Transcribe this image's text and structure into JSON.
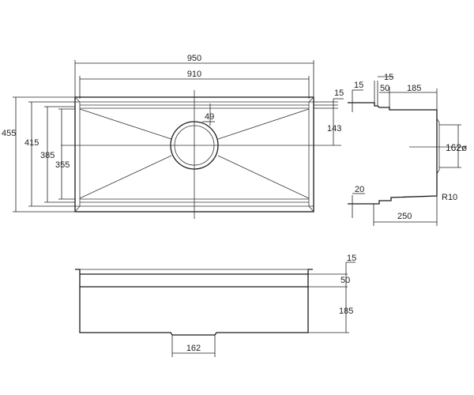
{
  "drawing": {
    "top_view": {
      "overall_length": "950",
      "inner_length": "910",
      "overall_width": "455",
      "width_415": "415",
      "width_385": "385",
      "width_355": "355",
      "drain_offset": "49",
      "rim": "15",
      "drain_center": "143"
    },
    "side_section": {
      "rim_15a": "15",
      "rim_15b": "15",
      "step_50": "50",
      "depth_185": "185",
      "drain_diameter": "162ø",
      "step_20": "20",
      "radius": "R10",
      "width_250": "250"
    },
    "front_view": {
      "rim_15": "15",
      "step_50": "50",
      "depth_185": "185",
      "drain_width": "162"
    }
  }
}
